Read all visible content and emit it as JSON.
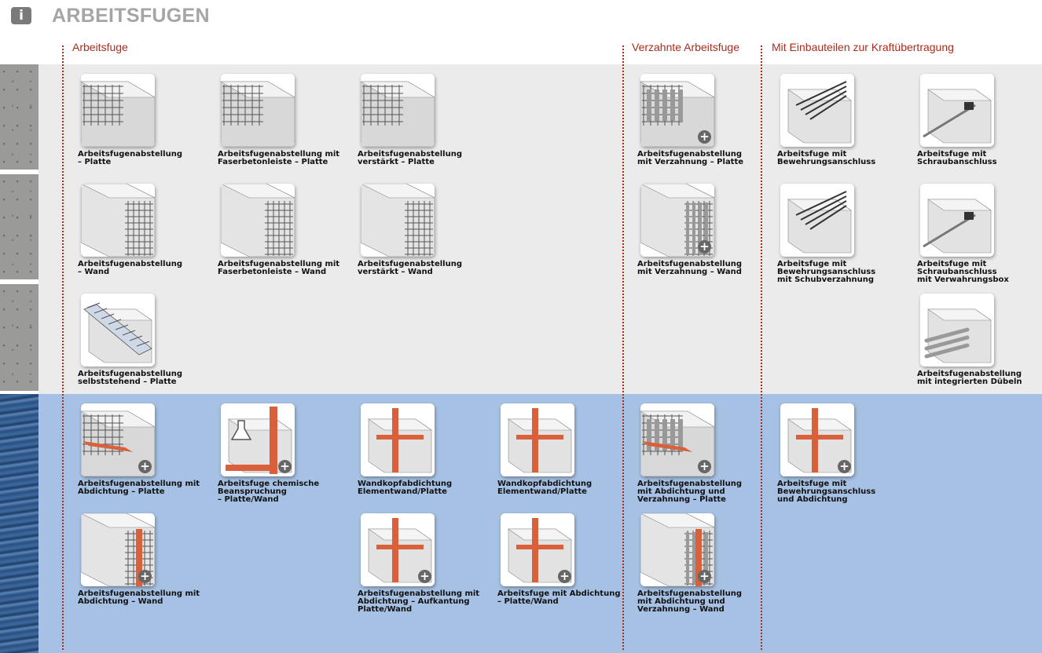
{
  "header": {
    "info_icon": "i",
    "title": "ARBEITSFUGEN"
  },
  "columns": {
    "arbeitsfuge": "Arbeitsfuge",
    "verzahnte": "Verzahnte Arbeitsfuge",
    "einbauteile": "Mit Einbauteilen zur Kraftübertragung"
  },
  "tiles": [
    {
      "label": "Arbeitsfugenabstellung\n– Platte",
      "icon": "grid-slab-icon",
      "plus": false
    },
    {
      "label": "Arbeitsfugenabstellung mit\nFaserbetonleiste – Platte",
      "icon": "grid-slab-fiber-icon",
      "plus": false
    },
    {
      "label": "Arbeitsfugenabstellung\nverstärkt – Platte",
      "icon": "grid-slab-reinforced-icon",
      "plus": false
    },
    {
      "label": "Arbeitsfugenabstellung\nmit Verzahnung – Platte",
      "icon": "toothed-slab-icon",
      "plus": true
    },
    {
      "label": "Arbeitsfuge mit\nBewehrungsanschluss",
      "icon": "rebar-connection-icon",
      "plus": false
    },
    {
      "label": "Arbeitsfuge mit\nSchraubanschluss",
      "icon": "screw-connection-icon",
      "plus": false
    },
    {
      "label": "Arbeitsfugenabstellung\n– Wand",
      "icon": "grid-wall-icon",
      "plus": false
    },
    {
      "label": "Arbeitsfugenabstellung mit\nFaserbetonleiste – Wand",
      "icon": "grid-wall-fiber-icon",
      "plus": false
    },
    {
      "label": "Arbeitsfugenabstellung\nverstärkt – Wand",
      "icon": "grid-wall-reinforced-icon",
      "plus": false
    },
    {
      "label": "Arbeitsfugenabstellung\nmit Verzahnung – Wand",
      "icon": "toothed-wall-icon",
      "plus": true
    },
    {
      "label": "Arbeitsfuge mit\nBewehrungsanschluss\nmit Schubverzahnung",
      "icon": "rebar-shear-icon",
      "plus": false
    },
    {
      "label": "Arbeitsfuge mit\nSchraubanschluss\nmit Verwahrungsbox",
      "icon": "screw-box-icon",
      "plus": false
    },
    {
      "label": "Arbeitsfugenabstellung\nselbststehend – Platte",
      "icon": "freestanding-icon",
      "plus": false
    },
    {
      "label": "Arbeitsfugenabstellung\nmit integrierten Dübeln",
      "icon": "dowel-icon",
      "plus": false
    },
    {
      "label": "Arbeitsfugenabstellung mit\nAbdichtung – Platte",
      "icon": "sealed-slab-icon",
      "plus": true
    },
    {
      "label": "Arbeitsfuge chemische\nBeanspruchung\n– Platte/Wand",
      "icon": "chemical-icon",
      "plus": true
    },
    {
      "label": "Wandkopfabdichtung\nElementwand/Platte",
      "icon": "wall-head-seal-icon",
      "plus": false
    },
    {
      "label": "Wandkopfabdichtung\nElementwand/Platte",
      "icon": "wall-head-seal-2-icon",
      "plus": false
    },
    {
      "label": "Arbeitsfugenabstellung\nmit Abdichtung und\nVerzahnung – Platte",
      "icon": "sealed-toothed-slab-icon",
      "plus": true
    },
    {
      "label": "Arbeitsfuge mit\nBewehrungsanschluss\nund Abdichtung",
      "icon": "sealed-rebar-icon",
      "plus": true
    },
    {
      "label": "Arbeitsfugenabstellung mit\nAbdichtung – Wand",
      "icon": "sealed-wall-icon",
      "plus": true
    },
    {
      "label": "Arbeitsfugenabstellung mit\nAbdichtung – Aufkantung\nPlatte/Wand",
      "icon": "sealed-upstand-icon",
      "plus": true
    },
    {
      "label": "Arbeitsfuge mit Abdichtung\n– Platte/Wand",
      "icon": "sealed-corner-icon",
      "plus": true
    },
    {
      "label": "Arbeitsfugenabstellung\nmit Abdichtung und\nVerzahnung – Wand",
      "icon": "sealed-toothed-wall-icon",
      "plus": true
    }
  ],
  "colors": {
    "accent": "#b02a1a",
    "gray_band": "#ebebeb",
    "blue_band": "#a6c1e4",
    "seal": "#d9603a"
  }
}
